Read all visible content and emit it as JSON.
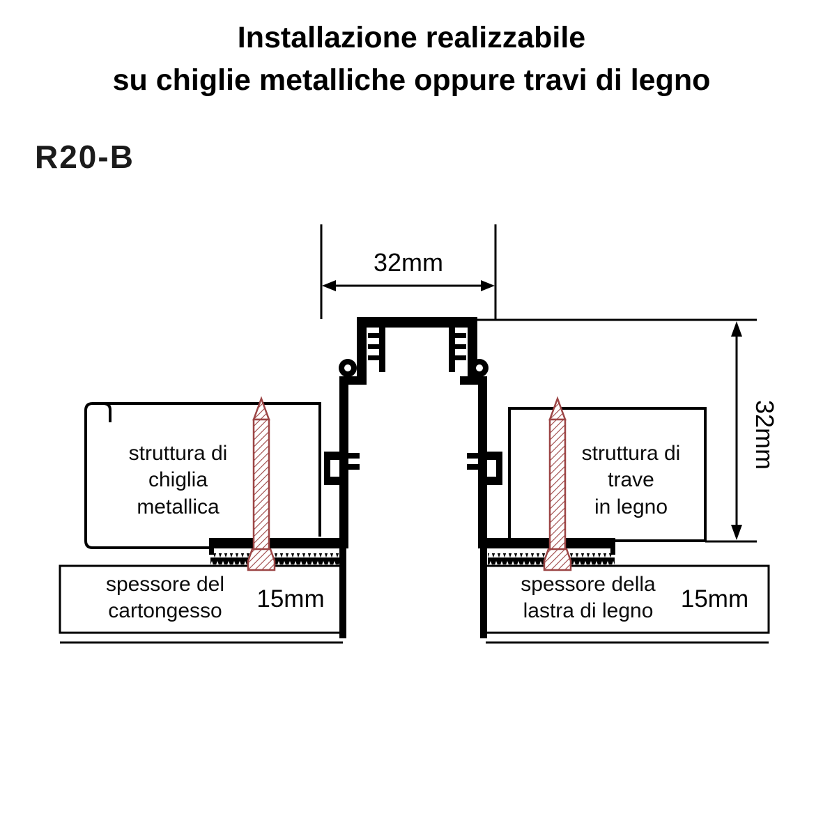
{
  "title": {
    "line1": "Installazione realizzabile",
    "line2": "su chiglie metalliche oppure travi di legno"
  },
  "model": "R20-B",
  "dimensions": {
    "track_width": "32mm",
    "track_height": "32mm",
    "left_board_thickness": "15mm",
    "right_board_thickness": "15mm"
  },
  "labels": {
    "left_structure": [
      "struttura di",
      "chiglia",
      "metallica"
    ],
    "right_structure": [
      "struttura di",
      "trave",
      "in legno"
    ],
    "left_board": [
      "spessore del",
      "cartongesso"
    ],
    "right_board": [
      "spessore della",
      "lastra di legno"
    ]
  },
  "colors": {
    "line": "#000000",
    "text": "#000000",
    "screw": "#9c4545",
    "background": "#ffffff"
  }
}
